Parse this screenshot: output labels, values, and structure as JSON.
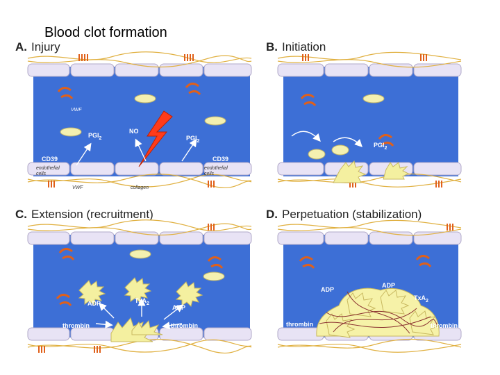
{
  "title": "Blood clot formation",
  "colors": {
    "vessel": "#3d6fd6",
    "cell": "#e8e3f5",
    "platelet": "#f4f0b0",
    "collagen": "#e0b040",
    "vwf": "#e0601a",
    "arrow": "#ffffff",
    "injury": "#ff3b1a"
  },
  "panels": {
    "a": {
      "letter": "A.",
      "name": "Injury",
      "labels": {
        "vwf": "VWF",
        "pgi2_left": "PGI",
        "pgi2_right": "PGI",
        "sub2": "2",
        "no": "NO",
        "cd39_left": "CD39",
        "cd39_right": "CD39",
        "endo1": "endothelial",
        "endo2": "cells",
        "vwf_bottom": "VWF",
        "collagen": "collagen"
      }
    },
    "b": {
      "letter": "B.",
      "name": "Initiation",
      "labels": {
        "pgi2": "PGI",
        "sub2": "2"
      }
    },
    "c": {
      "letter": "C.",
      "name": "Extension (recruitment)",
      "labels": {
        "adp_left": "ADP",
        "txa2": "TxA",
        "sub2": "2",
        "adp_right": "ADP",
        "thrombin_left": "thrombin",
        "thrombin_right": "thrombin"
      }
    },
    "d": {
      "letter": "D.",
      "name": "Perpetuation (stabilization)",
      "labels": {
        "adp_left": "ADP",
        "adp_top": "ADP",
        "txa2": "TxA",
        "sub2": "2",
        "thrombin_left": "thrombin",
        "thrombin_right": "thrombin"
      }
    }
  }
}
